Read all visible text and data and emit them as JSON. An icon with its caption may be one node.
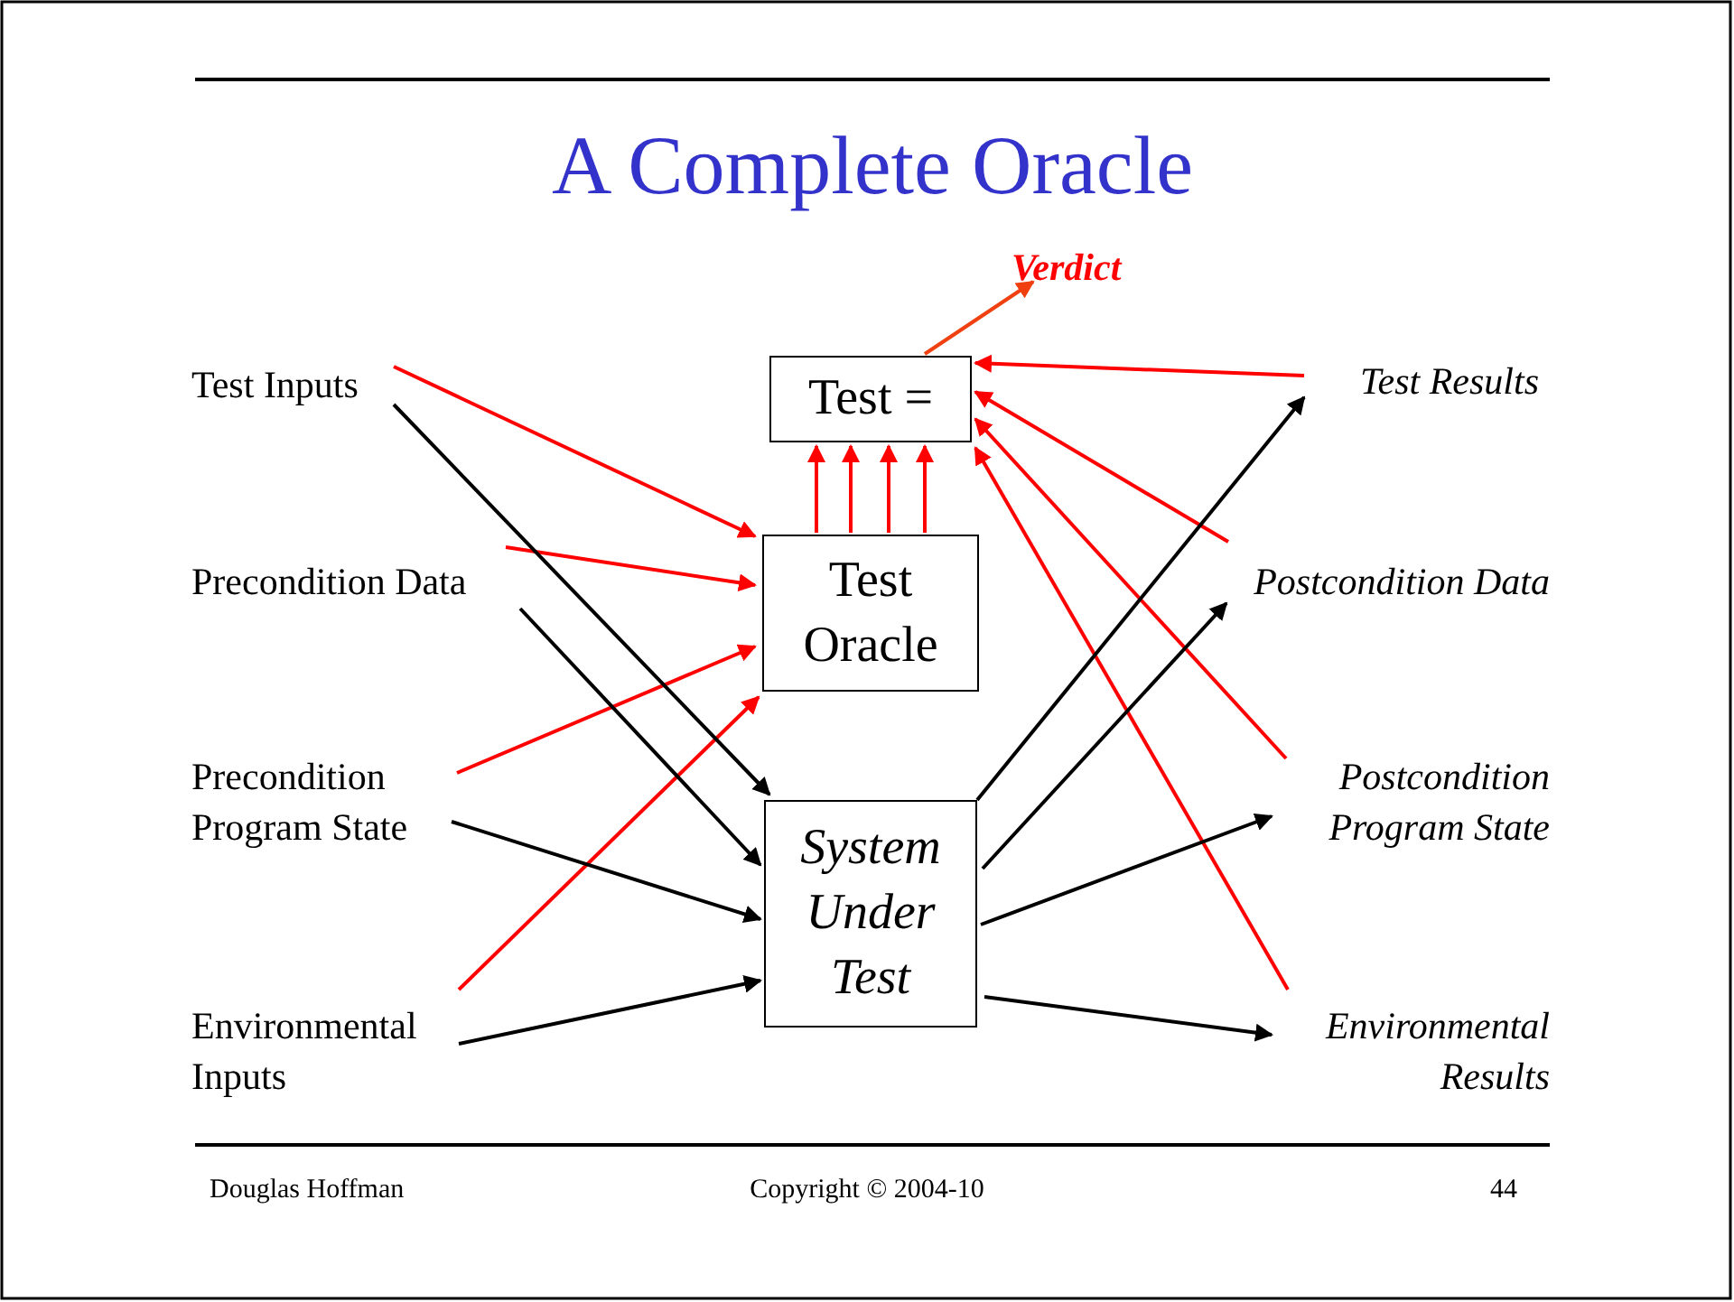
{
  "diagram": {
    "title": "A Complete Oracle",
    "nodes": [
      {
        "text": [
          "Test Inputs"
        ]
      },
      {
        "text": [
          "Precondition Data"
        ]
      },
      {
        "text": [
          "Precondition Program State"
        ]
      },
      {
        "text": [
          "Environmental Inputs"
        ]
      },
      {
        "text": [
          "Test ="
        ]
      },
      {
        "text": [
          "Test Oracle"
        ]
      },
      {
        "text": [
          "System Under Test"
        ]
      },
      {
        "text": [
          "Verdict"
        ]
      },
      {
        "text": [
          "Test Results"
        ]
      },
      {
        "text": [
          "Postcondition Data"
        ]
      },
      {
        "text": [
          "Postcondition Program State"
        ]
      },
      {
        "text": [
          "Environmental Results"
        ]
      }
    ],
    "edges": [
      {
        "from": 0,
        "to": 5,
        "arrow": "to"
      },
      {
        "from": 1,
        "to": 5,
        "arrow": "to"
      },
      {
        "from": 2,
        "to": 5,
        "arrow": "to"
      },
      {
        "from": 3,
        "to": 5,
        "arrow": "to"
      },
      {
        "from": 5,
        "to": 4,
        "arrow": "to"
      },
      {
        "from": 5,
        "to": 4,
        "arrow": "to"
      },
      {
        "from": 5,
        "to": 4,
        "arrow": "to"
      },
      {
        "from": 5,
        "to": 4,
        "arrow": "to"
      },
      {
        "from": 4,
        "to": 7,
        "arrow": "to",
        "color": "#f04010"
      },
      {
        "from": 8,
        "to": 4,
        "arrow": "to"
      },
      {
        "from": 9,
        "to": 4,
        "arrow": "to"
      },
      {
        "from": 10,
        "to": 4,
        "arrow": "to"
      },
      {
        "from": 11,
        "to": 4,
        "arrow": "to"
      },
      {
        "from": 0,
        "to": 6,
        "arrow": "to",
        "color": "#000000"
      },
      {
        "from": 1,
        "to": 6,
        "arrow": "to",
        "color": "#000000"
      },
      {
        "from": 2,
        "to": 6,
        "arrow": "to",
        "color": "#000000"
      },
      {
        "from": 3,
        "to": 6,
        "arrow": "to",
        "color": "#000000"
      },
      {
        "from": 6,
        "to": 8,
        "arrow": "to",
        "color": "#000000"
      },
      {
        "from": 6,
        "to": 9,
        "arrow": "to",
        "color": "#000000"
      },
      {
        "from": 6,
        "to": 10,
        "arrow": "to",
        "color": "#000000"
      },
      {
        "from": 6,
        "to": 11,
        "arrow": "to",
        "color": "#000000"
      }
    ],
    "labels": [
      "Douglas Hoffman",
      "Copyright © 2004-10",
      "44"
    ]
  }
}
